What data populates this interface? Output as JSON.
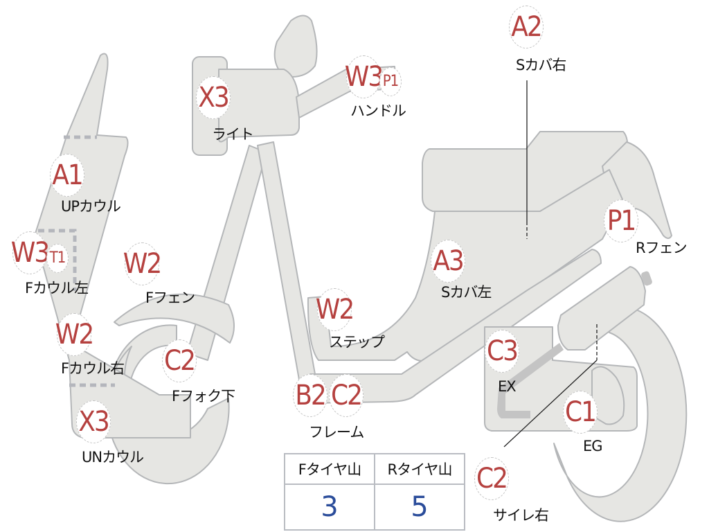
{
  "diagram": {
    "subject": "scooter damage inspection chart",
    "colors": {
      "body_fill": "#e6e6e3",
      "outline": "#b4b6b8",
      "code_red": "#b5413f",
      "value_blue": "#2a4c9a",
      "label_black": "#111111"
    },
    "parts": [
      {
        "id": "up_cowl",
        "codes": [
          "A1"
        ],
        "label": "UPカウル"
      },
      {
        "id": "light",
        "codes": [
          "X3"
        ],
        "label": "ライト"
      },
      {
        "id": "handle",
        "codes": [
          "W3",
          "P1"
        ],
        "label": "ハンドル"
      },
      {
        "id": "seat_cover_right",
        "codes": [
          "A2"
        ],
        "label": "Sカバ右"
      },
      {
        "id": "rear_fender",
        "codes": [
          "P1"
        ],
        "label": "Rフェン"
      },
      {
        "id": "front_cowl_left",
        "codes": [
          "W3",
          "T1"
        ],
        "label": "Fカウル左"
      },
      {
        "id": "front_fender",
        "codes": [
          "W2"
        ],
        "label": "Fフェン"
      },
      {
        "id": "seat_cover_left",
        "codes": [
          "A3"
        ],
        "label": "Sカバ左"
      },
      {
        "id": "step",
        "codes": [
          "W2"
        ],
        "label": "ステップ"
      },
      {
        "id": "front_cowl_right",
        "codes": [
          "W2"
        ],
        "label": "Fカウル右"
      },
      {
        "id": "front_fork_lower",
        "codes": [
          "C2"
        ],
        "label": "Fフォク下"
      },
      {
        "id": "exhaust",
        "codes": [
          "C3"
        ],
        "label": "EX"
      },
      {
        "id": "frame",
        "codes": [
          "B2",
          "C2"
        ],
        "label": "フレーム"
      },
      {
        "id": "engine",
        "codes": [
          "C1"
        ],
        "label": "EG"
      },
      {
        "id": "under_cowl",
        "codes": [
          "X3"
        ],
        "label": "UNカウル"
      },
      {
        "id": "muffler_right",
        "codes": [
          "C2"
        ],
        "label": "サイレ右"
      }
    ]
  },
  "tire_table": {
    "headers": [
      "Fタイヤ山",
      "Rタイヤ山"
    ],
    "values": [
      "3",
      "5"
    ]
  }
}
